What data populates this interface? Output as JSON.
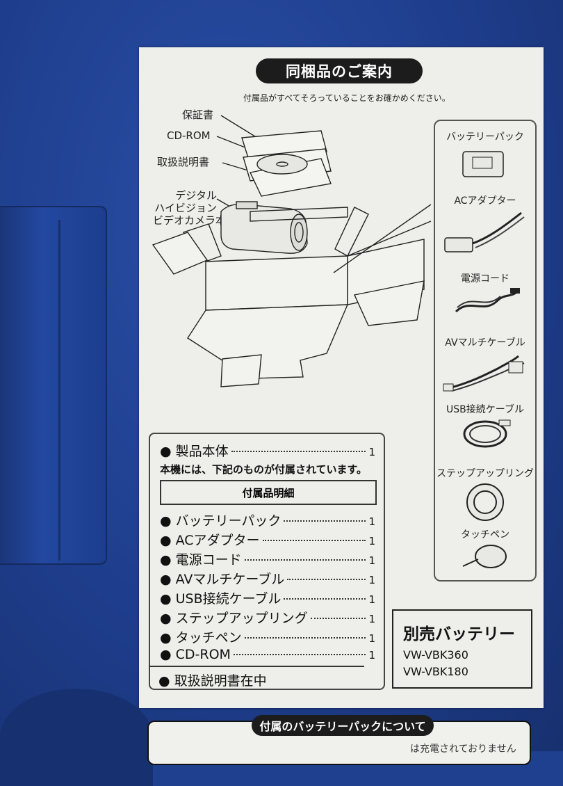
{
  "title": "同梱品のご案内",
  "subtitle": "付属品がすべてそろっていることをお確かめください。",
  "diagram_labels": {
    "warranty": "保証書",
    "cdrom": "CD-ROM",
    "manual": "取扱説明書",
    "camera_line1": "デジタル",
    "camera_line2": "ハイビジョン",
    "camera_line3": "ビデオカメラ本体"
  },
  "accessories_panel": [
    {
      "label": "バッテリーパック",
      "icon": "battery-pack-icon"
    },
    {
      "label": "ACアダプター",
      "icon": "ac-adapter-icon"
    },
    {
      "label": "電源コード",
      "icon": "power-cord-icon"
    },
    {
      "label": "AVマルチケーブル",
      "icon": "av-cable-icon"
    },
    {
      "label": "USB接続ケーブル",
      "icon": "usb-cable-icon"
    },
    {
      "label": "ステップアップリング",
      "icon": "step-up-ring-icon"
    },
    {
      "label": "タッチペン",
      "icon": "touch-pen-icon"
    }
  ],
  "contents": {
    "main_item": {
      "label": "● 製品本体",
      "qty": "1"
    },
    "intro": "本機には、下記のものが付属されています。",
    "detail_header": "付属品明細",
    "items": [
      {
        "label": "● バッテリーパック",
        "qty": "1"
      },
      {
        "label": "● ACアダプター",
        "qty": "1"
      },
      {
        "label": "● 電源コード",
        "qty": "1"
      },
      {
        "label": "● AVマルチケーブル",
        "qty": "1"
      },
      {
        "label": "● USB接続ケーブル",
        "qty": "1"
      },
      {
        "label": "● ステップアップリング",
        "qty": "1"
      },
      {
        "label": "● タッチペン",
        "qty": "1"
      },
      {
        "label": "● CD-ROM",
        "qty": "1"
      }
    ],
    "footer": "● 取扱説明書在中"
  },
  "separate_battery": {
    "title": "別売バッテリー",
    "models": [
      "VW-VBK360",
      "VW-VBK180"
    ]
  },
  "bottom_notice": {
    "title": "付属のバッテリーパックについて",
    "text": "は充電されておりません"
  },
  "colors": {
    "box_blue": "#1f3f8f",
    "card": "#eeeeea",
    "ink": "#1c1c1c"
  }
}
